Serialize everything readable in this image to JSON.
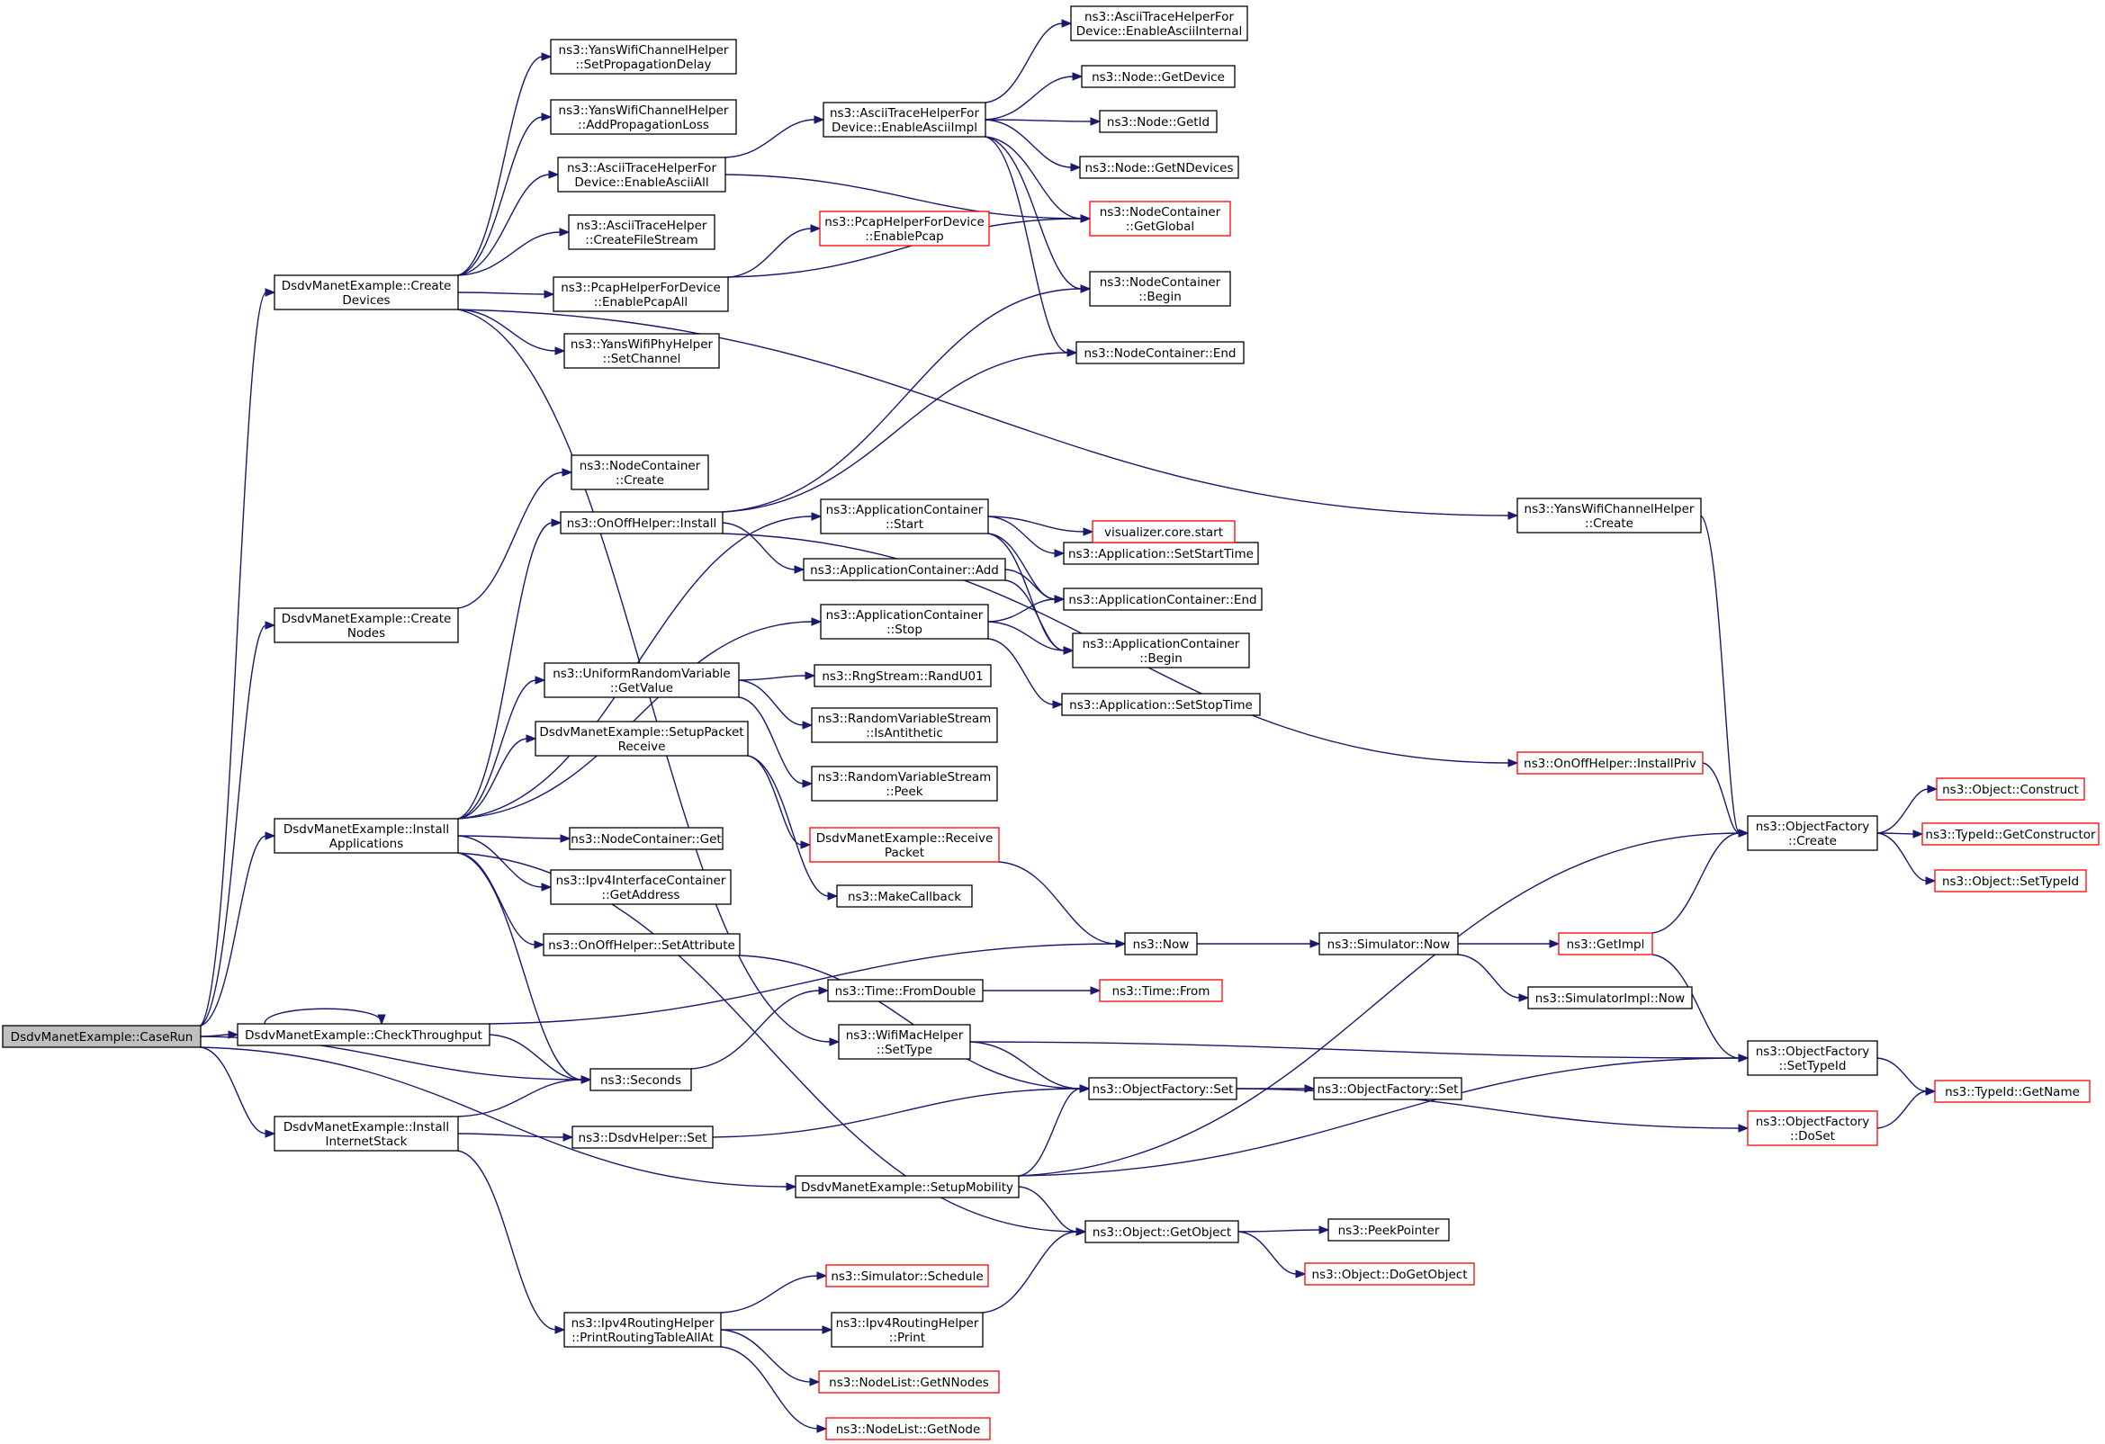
{
  "title": "",
  "colors": {
    "edge": "#191970",
    "box_border": "#000000",
    "red_border": "#ff0000",
    "root_fill": "#bfbfbf"
  },
  "nodes": [
    {
      "id": "caserun",
      "lines": [
        "DsdvManetExample::CaseRun"
      ],
      "style": "root"
    },
    {
      "id": "createdevices",
      "lines": [
        "DsdvManetExample::Create",
        "Devices"
      ]
    },
    {
      "id": "createnodes",
      "lines": [
        "DsdvManetExample::Create",
        "Nodes"
      ]
    },
    {
      "id": "installapps",
      "lines": [
        "DsdvManetExample::Install",
        "Applications"
      ]
    },
    {
      "id": "checkthr",
      "lines": [
        "DsdvManetExample::CheckThroughput"
      ]
    },
    {
      "id": "installinet",
      "lines": [
        "DsdvManetExample::Install",
        "InternetStack"
      ]
    },
    {
      "id": "setpropdelay",
      "lines": [
        "ns3::YansWifiChannelHelper",
        "::SetPropagationDelay"
      ]
    },
    {
      "id": "addproploss",
      "lines": [
        "ns3::YansWifiChannelHelper",
        "::AddPropagationLoss"
      ]
    },
    {
      "id": "asciienableall",
      "lines": [
        "ns3::AsciiTraceHelperFor",
        "Device::EnableAsciiAll"
      ]
    },
    {
      "id": "createfilestream",
      "lines": [
        "ns3::AsciiTraceHelper",
        "::CreateFileStream"
      ]
    },
    {
      "id": "pcapenableall",
      "lines": [
        "ns3::PcapHelperForDevice",
        "::EnablePcapAll"
      ]
    },
    {
      "id": "setchannel",
      "lines": [
        "ns3::YansWifiPhyHelper",
        "::SetChannel"
      ]
    },
    {
      "id": "asciiimpl",
      "lines": [
        "ns3::AsciiTraceHelperFor",
        "Device::EnableAsciiImpl"
      ]
    },
    {
      "id": "pcapenable",
      "lines": [
        "ns3::PcapHelperForDevice",
        "::EnablePcap"
      ],
      "style": "red"
    },
    {
      "id": "asciiinternal",
      "lines": [
        "ns3::AsciiTraceHelperFor",
        "Device::EnableAsciiInternal"
      ]
    },
    {
      "id": "nodegetdevice",
      "lines": [
        "ns3::Node::GetDevice"
      ]
    },
    {
      "id": "nodegetid",
      "lines": [
        "ns3::Node::GetId"
      ]
    },
    {
      "id": "nodegetndev",
      "lines": [
        "ns3::Node::GetNDevices"
      ]
    },
    {
      "id": "ncgetglobal",
      "lines": [
        "ns3::NodeContainer",
        "::GetGlobal"
      ],
      "style": "red"
    },
    {
      "id": "ncbegin",
      "lines": [
        "ns3::NodeContainer",
        "::Begin"
      ]
    },
    {
      "id": "ncend",
      "lines": [
        "ns3::NodeContainer::End"
      ]
    },
    {
      "id": "nccreate",
      "lines": [
        "ns3::NodeContainer",
        "::Create"
      ]
    },
    {
      "id": "onoffinstall",
      "lines": [
        "ns3::OnOffHelper::Install"
      ]
    },
    {
      "id": "acstart",
      "lines": [
        "ns3::ApplicationContainer",
        "::Start"
      ]
    },
    {
      "id": "acadd",
      "lines": [
        "ns3::ApplicationContainer::Add"
      ]
    },
    {
      "id": "acstop",
      "lines": [
        "ns3::ApplicationContainer",
        "::Stop"
      ]
    },
    {
      "id": "urvgetvalue",
      "lines": [
        "ns3::UniformRandomVariable",
        "::GetValue"
      ]
    },
    {
      "id": "setuppacketrecv",
      "lines": [
        "DsdvManetExample::SetupPacket",
        "Receive"
      ]
    },
    {
      "id": "ncget",
      "lines": [
        "ns3::NodeContainer::Get"
      ]
    },
    {
      "id": "ipv4getaddr",
      "lines": [
        "ns3::Ipv4InterfaceContainer",
        "::GetAddress"
      ]
    },
    {
      "id": "onoffsetattr",
      "lines": [
        "ns3::OnOffHelper::SetAttribute"
      ]
    },
    {
      "id": "appsetstart",
      "lines": [
        "ns3::Application::SetStartTime"
      ]
    },
    {
      "id": "vizstart",
      "lines": [
        "visualizer.core.start"
      ],
      "style": "red"
    },
    {
      "id": "acend",
      "lines": [
        "ns3::ApplicationContainer::End"
      ]
    },
    {
      "id": "acbegin",
      "lines": [
        "ns3::ApplicationContainer",
        "::Begin"
      ]
    },
    {
      "id": "appsetstop",
      "lines": [
        "ns3::Application::SetStopTime"
      ]
    },
    {
      "id": "randu01",
      "lines": [
        "ns3::RngStream::RandU01"
      ]
    },
    {
      "id": "rvsanti",
      "lines": [
        "ns3::RandomVariableStream",
        "::IsAntithetic"
      ]
    },
    {
      "id": "rvspeek",
      "lines": [
        "ns3::RandomVariableStream",
        "::Peek"
      ]
    },
    {
      "id": "recvpacket",
      "lines": [
        "DsdvManetExample::Receive",
        "Packet"
      ],
      "style": "red"
    },
    {
      "id": "makecallback",
      "lines": [
        "ns3::MakeCallback"
      ]
    },
    {
      "id": "now",
      "lines": [
        "ns3::Now"
      ]
    },
    {
      "id": "simnow",
      "lines": [
        "ns3::Simulator::Now"
      ]
    },
    {
      "id": "getimpl",
      "lines": [
        "ns3::GetImpl"
      ],
      "style": "red"
    },
    {
      "id": "simimplnow",
      "lines": [
        "ns3::SimulatorImpl::Now"
      ]
    },
    {
      "id": "fromdouble",
      "lines": [
        "ns3::Time::FromDouble"
      ]
    },
    {
      "id": "timefrom",
      "lines": [
        "ns3::Time::From"
      ],
      "style": "red"
    },
    {
      "id": "wifimacsettype",
      "lines": [
        "ns3::WifiMacHelper",
        "::SetType"
      ]
    },
    {
      "id": "seconds",
      "lines": [
        "ns3::Seconds"
      ]
    },
    {
      "id": "ofset",
      "lines": [
        "ns3::ObjectFactory::Set"
      ]
    },
    {
      "id": "ofset2",
      "lines": [
        "ns3::ObjectFactory::Set"
      ]
    },
    {
      "id": "dsdvset",
      "lines": [
        "ns3::DsdvHelper::Set"
      ]
    },
    {
      "id": "setupmobility",
      "lines": [
        "DsdvManetExample::SetupMobility"
      ]
    },
    {
      "id": "objgetobject",
      "lines": [
        "ns3::Object::GetObject"
      ]
    },
    {
      "id": "peekpointer",
      "lines": [
        "ns3::PeekPointer"
      ]
    },
    {
      "id": "objdogetobject",
      "lines": [
        "ns3::Object::DoGetObject"
      ],
      "style": "red"
    },
    {
      "id": "simschedule",
      "lines": [
        "ns3::Simulator::Schedule"
      ],
      "style": "red"
    },
    {
      "id": "printallat",
      "lines": [
        "ns3::Ipv4RoutingHelper",
        "::PrintRoutingTableAllAt"
      ]
    },
    {
      "id": "ipv4print",
      "lines": [
        "ns3::Ipv4RoutingHelper",
        "::Print"
      ]
    },
    {
      "id": "getnnodes",
      "lines": [
        "ns3::NodeList::GetNNodes"
      ],
      "style": "red"
    },
    {
      "id": "getnode",
      "lines": [
        "ns3::NodeList::GetNode"
      ],
      "style": "red"
    },
    {
      "id": "yanscreate",
      "lines": [
        "ns3::YansWifiChannelHelper",
        "::Create"
      ]
    },
    {
      "id": "installpriv",
      "lines": [
        "ns3::OnOffHelper::InstallPriv"
      ],
      "style": "red"
    },
    {
      "id": "ofcreate",
      "lines": [
        "ns3::ObjectFactory",
        "::Create"
      ]
    },
    {
      "id": "ofsettypeid",
      "lines": [
        "ns3::ObjectFactory",
        "::SetTypeId"
      ]
    },
    {
      "id": "ofdoset",
      "lines": [
        "ns3::ObjectFactory",
        "::DoSet"
      ],
      "style": "red"
    },
    {
      "id": "objconstruct",
      "lines": [
        "ns3::Object::Construct"
      ],
      "style": "red"
    },
    {
      "id": "typeidgetctor",
      "lines": [
        "ns3::TypeId::GetConstructor"
      ],
      "style": "red"
    },
    {
      "id": "objsettypeid",
      "lines": [
        "ns3::Object::SetTypeId"
      ],
      "style": "red"
    },
    {
      "id": "typeidgetname",
      "lines": [
        "ns3::TypeId::GetName"
      ],
      "style": "red"
    }
  ]
}
